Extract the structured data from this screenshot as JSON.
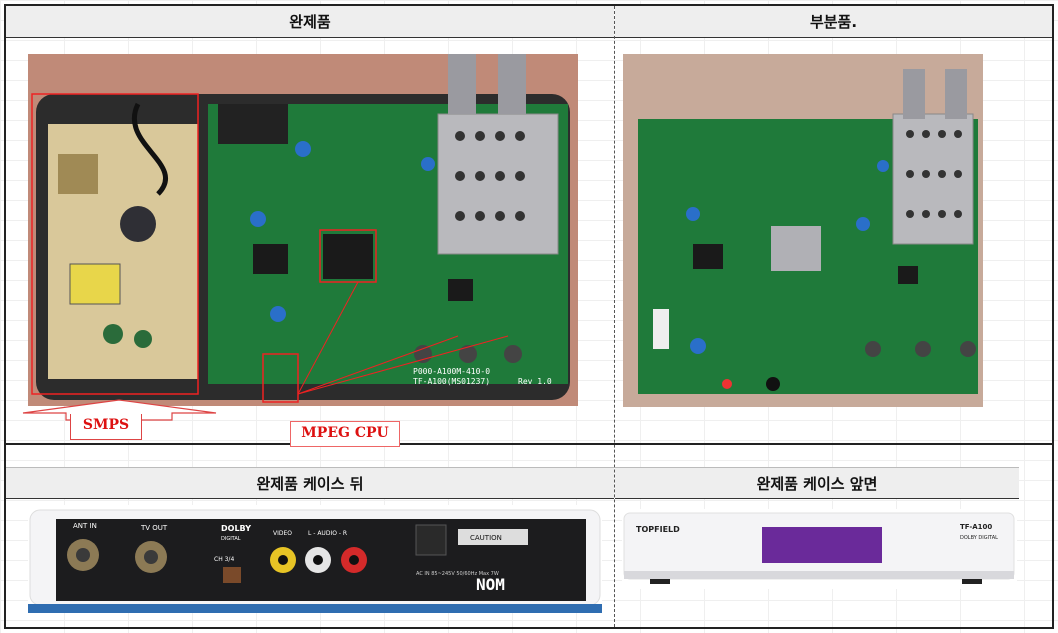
{
  "headers": {
    "top_left": "완제품",
    "top_right": "부분품.",
    "bottom_left": "완제품 케이스 뒤",
    "bottom_right": "완제품 케이스 앞면"
  },
  "annotations": {
    "smps": "SMPS",
    "mpeg_cpu": "MPEG CPU"
  },
  "board_silk": {
    "line1": "P000-A100M-410-0",
    "line2": "TF-A100(MS01237)",
    "rev": "Rev 1.0"
  },
  "back_case": {
    "ant_in": "ANT IN",
    "tv_out": "TV OUT",
    "dolby_line1": "DOLBY",
    "dolby_line2": "DIGITAL",
    "video": "VIDEO",
    "audio": "L - AUDIO - R",
    "ch34": "CH 3/4",
    "caution": "CAUTION",
    "power": "AC IN 85~245V 50/60Hz Max 7W",
    "nom": "NOM"
  },
  "front_case": {
    "brand": "TOPFIELD",
    "model": "TF-A100",
    "dolby": "DOLBY DIGITAL"
  },
  "colors": {
    "pcb": "#1f7a3a",
    "annotation_red": "#dd1111",
    "case_white": "#f4f4f6",
    "display_purple": "#6a2a9a"
  }
}
